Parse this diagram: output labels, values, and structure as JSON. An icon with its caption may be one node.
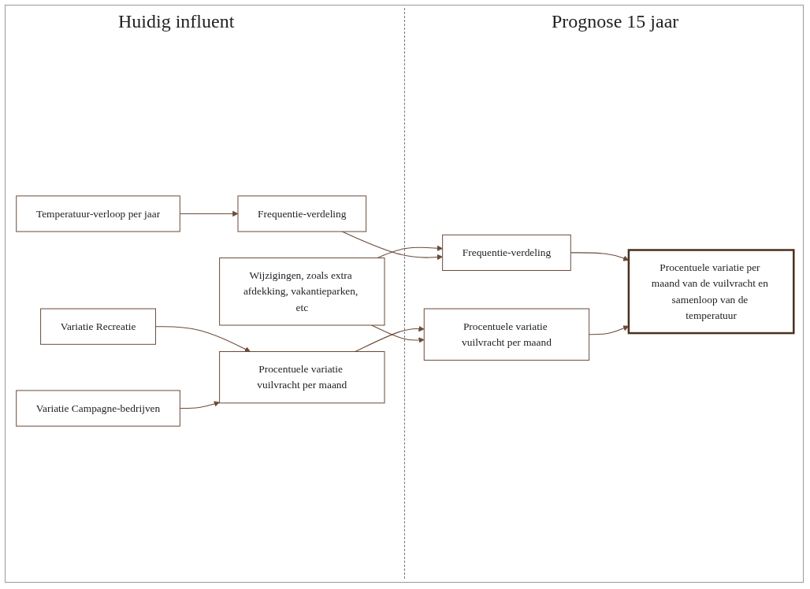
{
  "diagram": {
    "nodes": [
      {
        "text": [
          "Variatie Recreatie"
        ]
      },
      {
        "text": [
          "Variatie Campagne-bedrijven"
        ]
      },
      {
        "text": [
          "Procentuele variatie vuilvracht per maand"
        ]
      },
      {
        "text": [
          "Temperatuur-verloop per jaar"
        ]
      },
      {
        "text": [
          "Frequentie-verdeling"
        ]
      },
      {
        "text": [
          "Wijzigingen, zoals extra afdekking, vakantieparken, etc"
        ]
      },
      {
        "text": [
          "Procentuele variatie vuilvracht per maand"
        ]
      },
      {
        "text": [
          "Frequentie-verdeling"
        ]
      },
      {
        "text": [
          "Procentuele variatie per maand van de vuilvracht en samenloop van de temperatuur"
        ]
      }
    ],
    "edges": [
      {
        "from": 0,
        "to": 2,
        "arrow": "to"
      },
      {
        "from": 1,
        "to": 2,
        "arrow": "to"
      },
      {
        "from": 2,
        "to": 6,
        "arrow": "to"
      },
      {
        "from": 5,
        "to": 6,
        "arrow": "to"
      },
      {
        "from": 5,
        "to": 7,
        "arrow": "to"
      },
      {
        "from": 3,
        "to": 4,
        "arrow": "to"
      },
      {
        "from": 4,
        "to": 7,
        "arrow": "to"
      },
      {
        "from": 7,
        "to": 8,
        "arrow": "to"
      },
      {
        "from": 6,
        "to": 8,
        "arrow": "to"
      }
    ],
    "labels": [
      "Huidig influent",
      "Prognose 15 jaar"
    ]
  }
}
